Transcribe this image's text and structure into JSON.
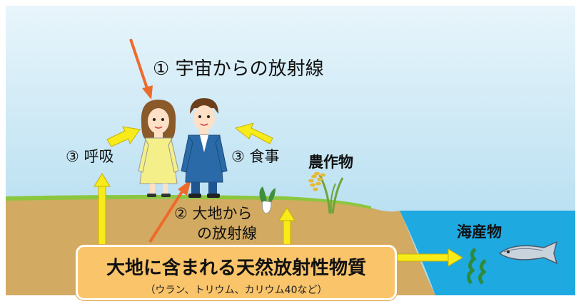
{
  "labels": {
    "cosmic": "① 宇宙からの放射線",
    "breath": "③ 呼吸",
    "food": "③ 食事",
    "ground_line1": "② 大地から",
    "ground_line2": "の放射線",
    "crops": "農作物",
    "seafood": "海産物"
  },
  "source_box": {
    "title": "大地に含まれる天然放射性物質",
    "subtitle": "（ウラン、トリウム、カリウム40など）"
  },
  "colors": {
    "sky_top": "#e8f5fb",
    "sky_bottom": "#a8d8ee",
    "ground": "#d2aa62",
    "grass": "#8cc63f",
    "sea": "#1ea9e1",
    "orange_arrow": "#ee6a2b",
    "yellow_arrow": "#f7ec1a",
    "box_fill": "#f9c46a"
  }
}
